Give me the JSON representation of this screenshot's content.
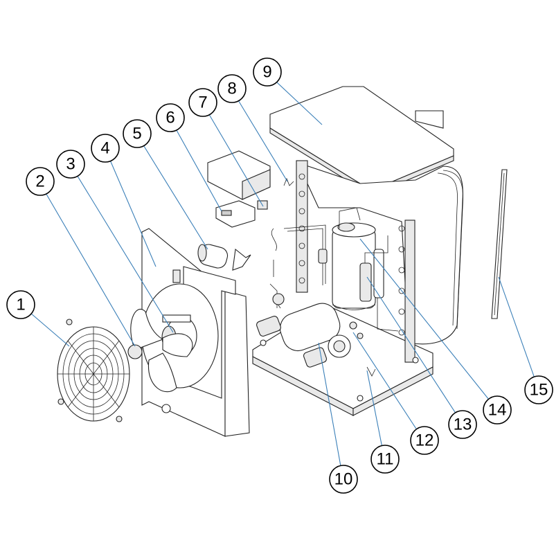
{
  "callouts": [
    {
      "id": "1",
      "label": "1"
    },
    {
      "id": "2",
      "label": "2"
    },
    {
      "id": "3",
      "label": "3"
    },
    {
      "id": "4",
      "label": "4"
    },
    {
      "id": "5",
      "label": "5"
    },
    {
      "id": "6",
      "label": "6"
    },
    {
      "id": "7",
      "label": "7"
    },
    {
      "id": "8",
      "label": "8"
    },
    {
      "id": "9",
      "label": "9"
    },
    {
      "id": "10",
      "label": "10"
    },
    {
      "id": "11",
      "label": "11"
    },
    {
      "id": "12",
      "label": "12"
    },
    {
      "id": "13",
      "label": "13"
    },
    {
      "id": "14",
      "label": "14"
    },
    {
      "id": "15",
      "label": "15"
    }
  ],
  "colors": {
    "leader": "#3a7fb8",
    "outline": "#222222",
    "background": "#ffffff"
  }
}
